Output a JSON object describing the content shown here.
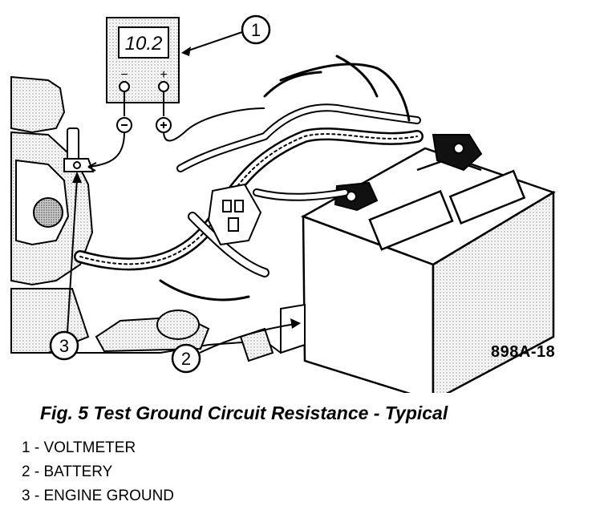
{
  "meter": {
    "display": "10.2",
    "neg_sign": "−",
    "pos_sign": "+"
  },
  "callouts": [
    {
      "number": "1"
    },
    {
      "number": "2"
    },
    {
      "number": "3"
    }
  ],
  "figure_id": "898A-18",
  "caption": "Fig. 5 Test Ground Circuit Resistance - Typical",
  "legend": [
    {
      "text": "1 - VOLTMETER"
    },
    {
      "text": "2 - BATTERY"
    },
    {
      "text": "3 - ENGINE GROUND"
    }
  ]
}
